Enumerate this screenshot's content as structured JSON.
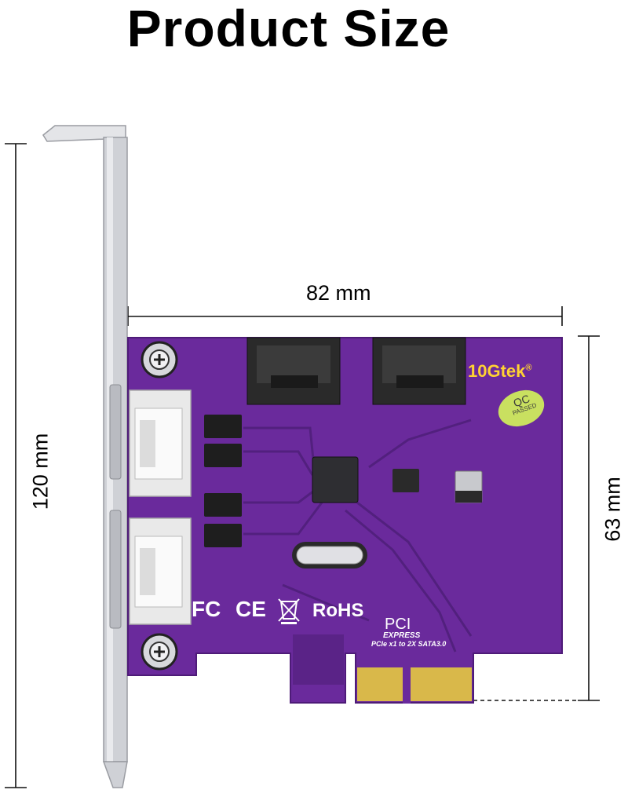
{
  "title": "Product Size",
  "dimensions": {
    "width_label": "82 mm",
    "bracket_height_label": "120 mm",
    "card_height_label": "63 mm"
  },
  "card": {
    "brand": "10Gtek",
    "registered_mark": "®",
    "qc_badge_line1": "QC",
    "qc_badge_line2": "PASSED",
    "cert_fc": "FC",
    "cert_ce": "CE",
    "cert_rohs": "RoHS",
    "pci_logo": "PCI",
    "pci_express": "EXPRESS",
    "model_text": "PCIe x1 to 2X SATA3.0"
  },
  "colors": {
    "pcb": "#6a2a9c",
    "pcb_dark": "#4e1b78",
    "bracket": "#cfd1d6",
    "gold": "#d9b84a",
    "connector": "#2a2a2a",
    "port": "#e9e9e9"
  }
}
